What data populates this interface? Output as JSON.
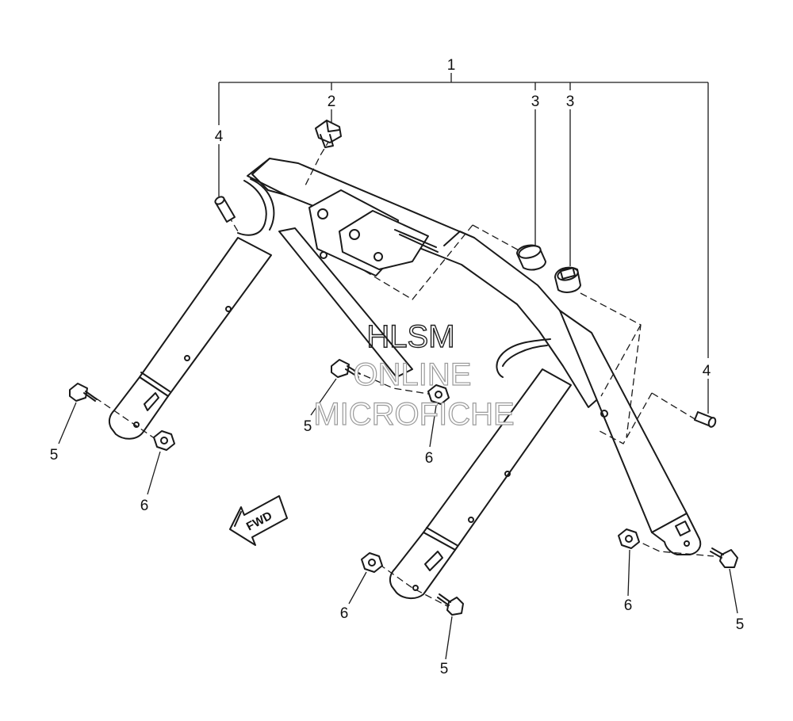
{
  "callouts": {
    "c1": "1",
    "c2": "2",
    "c3a": "3",
    "c3b": "3",
    "c4a": "4",
    "c4b": "4",
    "c5a": "5",
    "c5b": "5",
    "c5c": "5",
    "c5d": "5",
    "c6a": "6",
    "c6b": "6",
    "c6c": "6",
    "c6d": "6"
  },
  "fwd_label": "FWD",
  "watermark": {
    "line1": "HLSM",
    "line2": "ONLINE",
    "line3": "MICROFICHE"
  }
}
